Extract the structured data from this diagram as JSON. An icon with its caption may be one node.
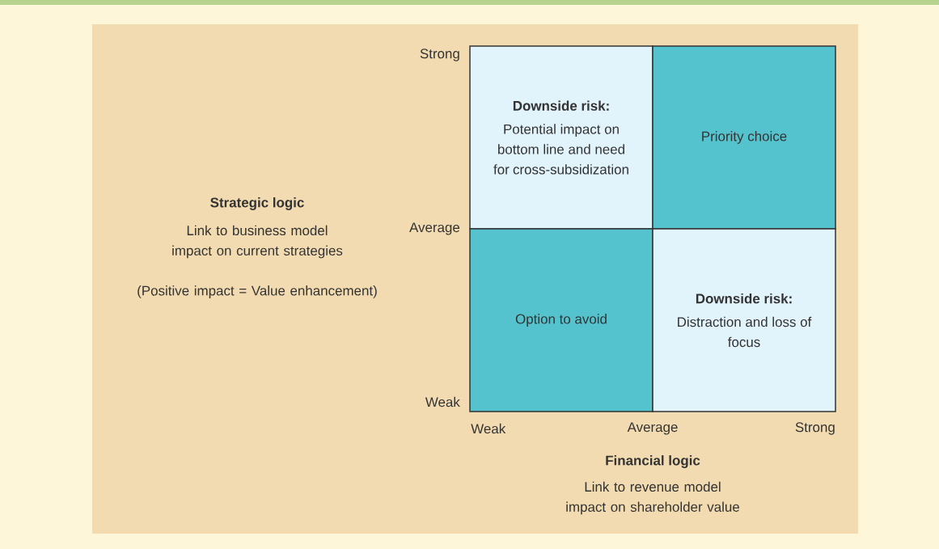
{
  "diagram": {
    "nodes": [
      {
        "text": [
          "Downside risk:",
          "Potential impact on bottom line and need for cross-subsidization"
        ]
      },
      {
        "text": [
          "Priority choice"
        ]
      },
      {
        "text": [
          "Option to avoid"
        ]
      },
      {
        "text": [
          "Downside risk:",
          "Distraction and loss of focus"
        ]
      }
    ],
    "labels": [
      "Strong",
      "Average",
      "Weak",
      "Strategic logic",
      "Link to business model impact on current strategies",
      "(Positive impact = Value enhancement)",
      "Weak",
      "Average",
      "Strong",
      "Financial logic",
      "Link to revenue model impact on shareholder value"
    ]
  }
}
